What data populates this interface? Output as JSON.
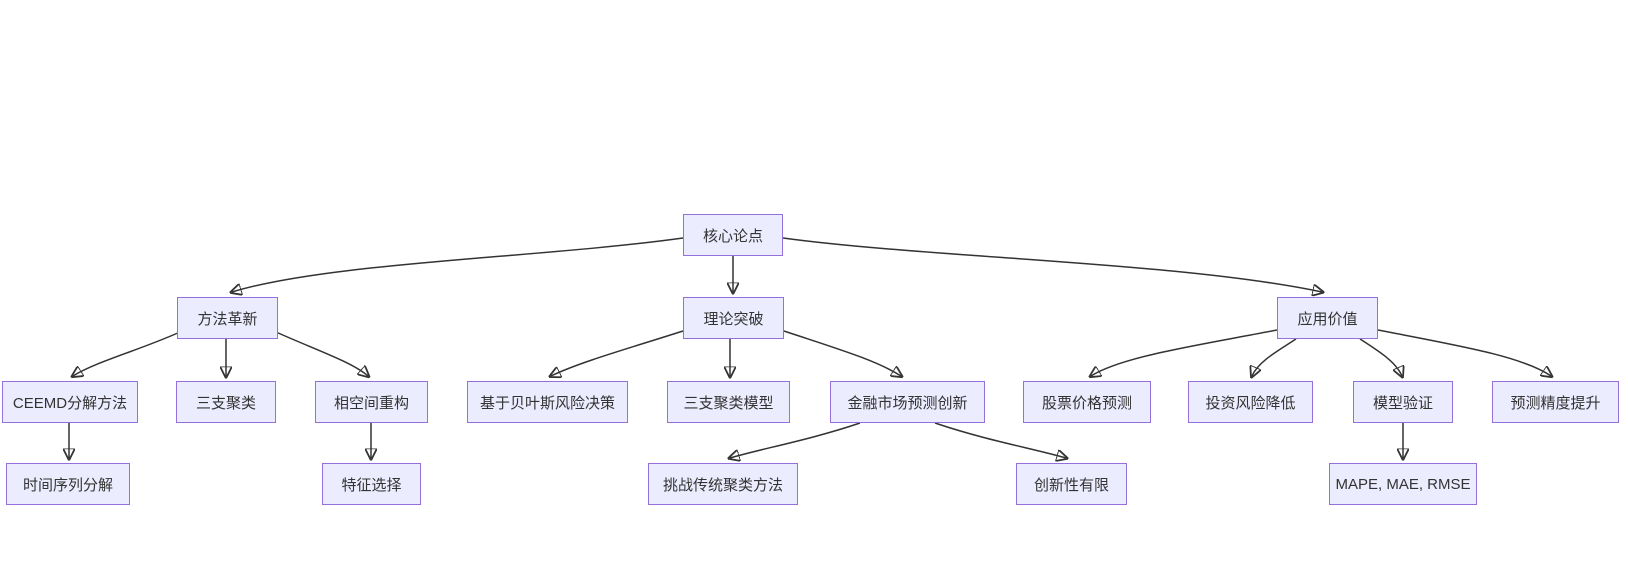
{
  "diagram": {
    "type": "flowchart-tree",
    "direction": "top-down",
    "colors": {
      "background": "#ffffff",
      "node_fill": "#ECECFF",
      "node_border": "#9370DB",
      "edge": "#333333",
      "text": "#333333"
    },
    "nodes": {
      "core": {
        "label": "核心论点"
      },
      "method": {
        "label": "方法革新"
      },
      "theory": {
        "label": "理论突破"
      },
      "application": {
        "label": "应用价值"
      },
      "ceemd": {
        "label": "CEEMD分解方法"
      },
      "three_way": {
        "label": "三支聚类"
      },
      "phase_space": {
        "label": "相空间重构"
      },
      "bayes": {
        "label": "基于贝叶斯风险决策"
      },
      "three_way_model": {
        "label": "三支聚类模型"
      },
      "finance": {
        "label": "金融市场预测创新"
      },
      "stock": {
        "label": "股票价格预测"
      },
      "risk": {
        "label": "投资风险降低"
      },
      "validation": {
        "label": "模型验证"
      },
      "accuracy": {
        "label": "预测精度提升"
      },
      "time_series": {
        "label": "时间序列分解"
      },
      "feature": {
        "label": "特征选择"
      },
      "challenge": {
        "label": "挑战传统聚类方法"
      },
      "limited": {
        "label": "创新性有限"
      },
      "metrics": {
        "label": "MAPE, MAE, RMSE"
      }
    },
    "edges": [
      {
        "from": "core",
        "to": "method"
      },
      {
        "from": "core",
        "to": "theory"
      },
      {
        "from": "core",
        "to": "application"
      },
      {
        "from": "method",
        "to": "ceemd"
      },
      {
        "from": "method",
        "to": "three_way"
      },
      {
        "from": "method",
        "to": "phase_space"
      },
      {
        "from": "ceemd",
        "to": "time_series"
      },
      {
        "from": "phase_space",
        "to": "feature"
      },
      {
        "from": "theory",
        "to": "bayes"
      },
      {
        "from": "theory",
        "to": "three_way_model"
      },
      {
        "from": "theory",
        "to": "finance"
      },
      {
        "from": "finance",
        "to": "challenge"
      },
      {
        "from": "finance",
        "to": "limited"
      },
      {
        "from": "application",
        "to": "stock"
      },
      {
        "from": "application",
        "to": "risk"
      },
      {
        "from": "application",
        "to": "validation"
      },
      {
        "from": "application",
        "to": "accuracy"
      },
      {
        "from": "validation",
        "to": "metrics"
      }
    ]
  }
}
